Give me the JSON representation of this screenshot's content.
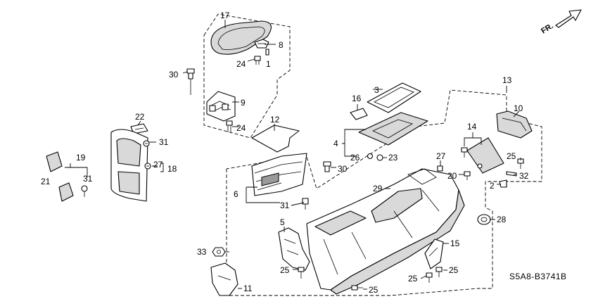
{
  "diagram": {
    "part_code": "S5A8-B3741B",
    "direction": "FR.",
    "callouts": [
      "17",
      "8",
      "24",
      "1",
      "30",
      "9",
      "24",
      "12",
      "22",
      "31",
      "27",
      "18",
      "19",
      "21",
      "31",
      "3",
      "16",
      "4",
      "26",
      "23",
      "30",
      "6",
      "31",
      "13",
      "10",
      "14",
      "27",
      "25",
      "20",
      "32",
      "2",
      "29",
      "5",
      "28",
      "33",
      "25",
      "15",
      "25",
      "25",
      "11",
      "25"
    ]
  }
}
